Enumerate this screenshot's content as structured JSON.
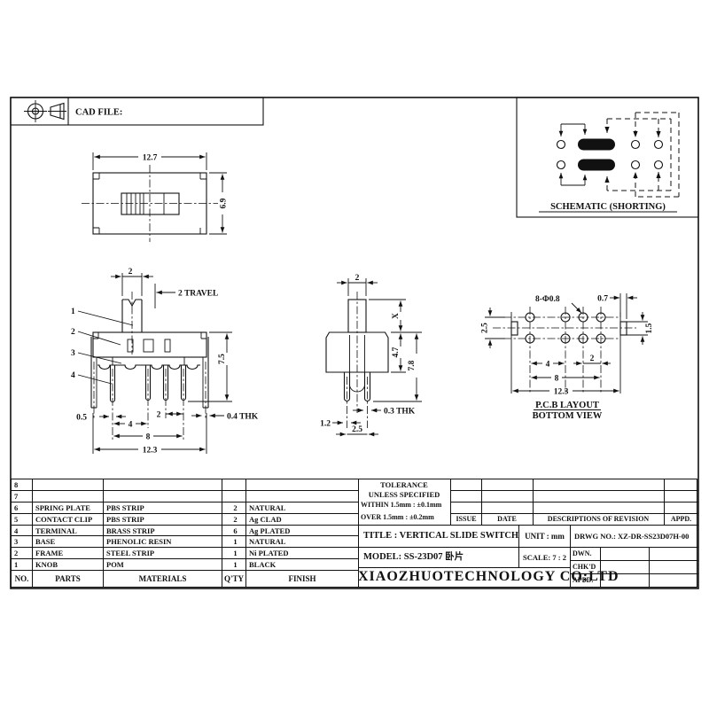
{
  "cad_box": {
    "label": "CAD FILE:"
  },
  "schematic": {
    "label": "SCHEMATIC (SHORTING)"
  },
  "views": {
    "top": {
      "w": "12.7",
      "h": "6.9"
    },
    "front": {
      "knob_w": "2",
      "travel": "2 TRAVEL",
      "h": "7.5",
      "pin_w": "0.5",
      "pitch1": "4",
      "pitch2": "2",
      "span": "8",
      "w": "12.3",
      "thk": "0.4 THK",
      "balloons": [
        "1",
        "2",
        "3",
        "4"
      ]
    },
    "side": {
      "knob_w": "2",
      "x": "X",
      "body_h": "4.7",
      "h": "7.8",
      "thk": "0.3 THK",
      "pin_w": "1.2",
      "pitch": "2.5"
    },
    "pcb": {
      "holes": "8-Φ0.8",
      "slot_w": "0.7",
      "row_pitch": "2.5",
      "slot_h": "1.5",
      "pitch1": "4",
      "pitch2": "2",
      "span": "8",
      "w": "12.3",
      "label1": "P.C.B LAYOUT",
      "label2": "BOTTOM VIEW"
    }
  },
  "parts_table": {
    "headers": {
      "no": "NO.",
      "parts": "PARTS",
      "materials": "MATERIALS",
      "qty": "Q'TY",
      "finish": "FINISH"
    },
    "rows": [
      {
        "no": "8",
        "part": "",
        "material": "",
        "qty": "",
        "finish": ""
      },
      {
        "no": "7",
        "part": "",
        "material": "",
        "qty": "",
        "finish": ""
      },
      {
        "no": "6",
        "part": "SPRING PLATE",
        "material": "PBS STRIP",
        "qty": "2",
        "finish": "NATURAL"
      },
      {
        "no": "5",
        "part": "CONTACT CLIP",
        "material": "PBS STRIP",
        "qty": "2",
        "finish": "Ag CLAD"
      },
      {
        "no": "4",
        "part": "TERMINAL",
        "material": "BRASS STRIP",
        "qty": "6",
        "finish": "Ag PLATED"
      },
      {
        "no": "3",
        "part": "BASE",
        "material": "PHENOLIC RESIN",
        "qty": "1",
        "finish": "NATURAL"
      },
      {
        "no": "2",
        "part": "FRAME",
        "material": "STEEL STRIP",
        "qty": "1",
        "finish": "Ni PLATED"
      },
      {
        "no": "1",
        "part": "KNOB",
        "material": "POM",
        "qty": "1",
        "finish": "BLACK"
      }
    ]
  },
  "title_block": {
    "tolerance1": "TOLERANCE",
    "tolerance2": "UNLESS  SPECIFIED",
    "within": "WITHIN  1.5mm : ±0.1mm",
    "over": "OVER    1.5mm : ±0.2mm",
    "issue": "ISSUE",
    "date": "DATE",
    "descriptions": "DESCRIPTIONS OF REVISION",
    "appd": "APPD.",
    "title": "TITLE : VERTICAL SLIDE SWITCH",
    "unit_label": "UNIT :",
    "unit_value": "mm",
    "drwg_no": "DRWG NO.: XZ-DR-SS23D07H-00",
    "model": "MODEL: SS-23D07 卧片",
    "scale_label": "SCALE:",
    "scale_value": "7 : 2",
    "dwn": "DWN.",
    "chkd": "CHK'D",
    "appd2": "APPD.",
    "company": "XIAOZHUOTECHNOLOGY  CO;LTD"
  }
}
